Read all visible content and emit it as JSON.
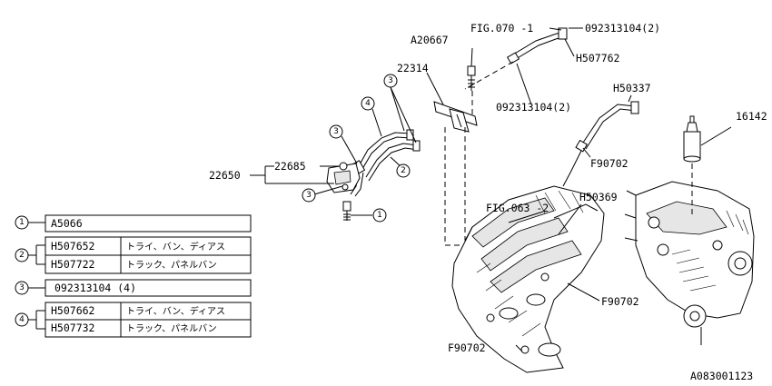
{
  "diagram_id": "A083001123",
  "callouts": {
    "fig_070": "FIG.070 -1",
    "fig_063": "FIG.063 -2",
    "c092313104_top": "092313104(2)",
    "c092313104_mid": "092313104(2)",
    "h507762": "H507762",
    "a20667": "A20667",
    "c22314": "22314",
    "h50337": "H50337",
    "f90702_upper": "F90702",
    "h50369": "H50369",
    "c16142": "16142",
    "c22685": "22685",
    "c22650": "22650",
    "f90702_right": "F90702",
    "f90702_bottom": "F90702"
  },
  "ref_marks": [
    "1",
    "2",
    "3",
    "4"
  ],
  "legend": {
    "rows": [
      {
        "ref": "1",
        "entries": [
          {
            "part": "A5066",
            "note": ""
          }
        ]
      },
      {
        "ref": "2",
        "entries": [
          {
            "part": "H507652",
            "note": "トライ、バン、ディアス"
          },
          {
            "part": "H507722",
            "note": "トラック、パネルバン"
          }
        ]
      },
      {
        "ref": "3",
        "entries": [
          {
            "part": "092313104 (4)",
            "note": ""
          }
        ]
      },
      {
        "ref": "4",
        "entries": [
          {
            "part": "H507662",
            "note": "トライ、バン、ディアス"
          },
          {
            "part": "H507732",
            "note": "トラック、パネルバン"
          }
        ]
      }
    ]
  }
}
